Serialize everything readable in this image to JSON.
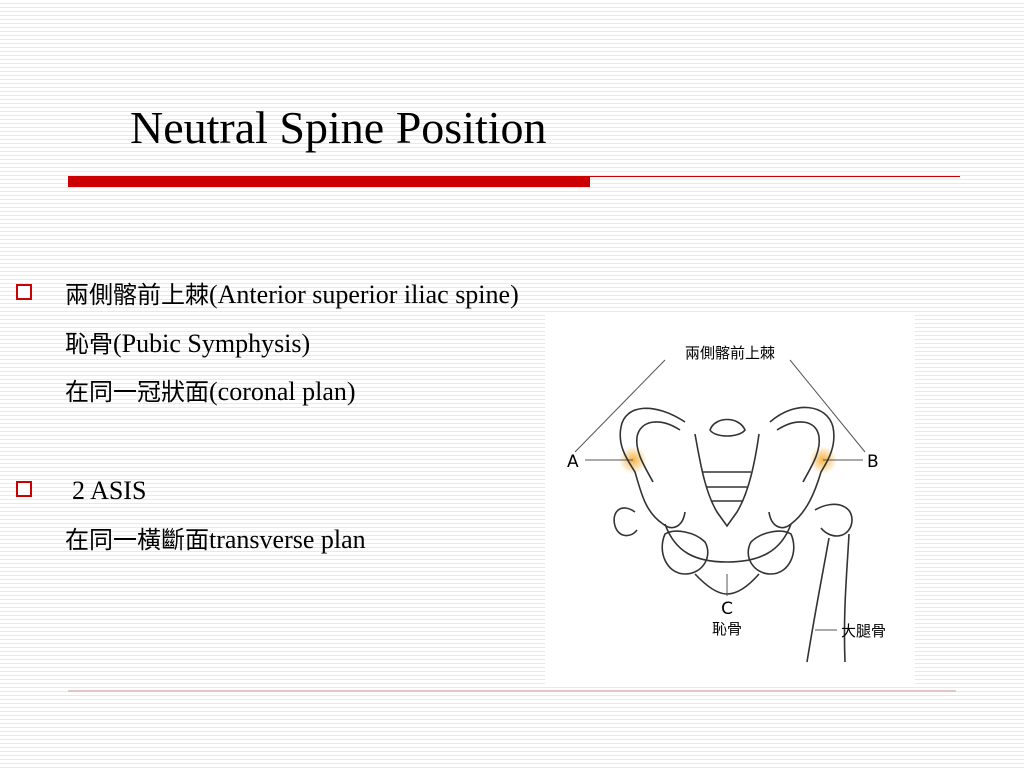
{
  "slide": {
    "title": "Neutral Spine Position",
    "bullets": [
      {
        "lines": [
          {
            "cjk": "兩側髂前上棘",
            "latin": "(Anterior superior iliac spine)"
          },
          {
            "cjk": "恥骨",
            "latin": "(Pubic Symphysis)"
          },
          {
            "cjk": "在同一冠狀面",
            "latin": "(coronal plan)"
          }
        ]
      },
      {
        "lines": [
          {
            "cjk": "",
            "latin": "2 ASIS"
          },
          {
            "cjk": "在同一橫斷面",
            "latin": "transverse plan"
          }
        ]
      }
    ]
  },
  "figure": {
    "top_label": "兩側髂前上棘",
    "label_a": "A",
    "label_b": "B",
    "label_c": "C",
    "pubis_label": "恥骨",
    "femur_label": "大腿骨",
    "highlight_color": "#f5a623"
  },
  "colors": {
    "accent": "#cc0000"
  }
}
